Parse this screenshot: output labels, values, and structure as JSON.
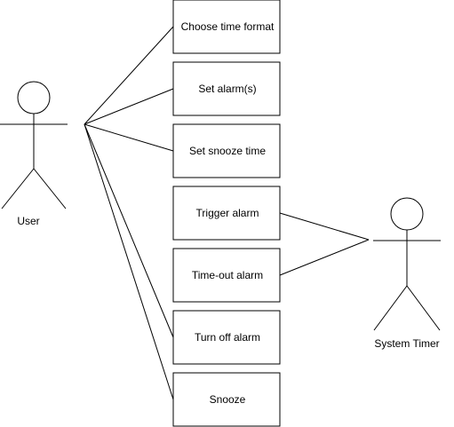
{
  "actors": [
    {
      "id": "user",
      "label": "User"
    },
    {
      "id": "system-timer",
      "label": "System Timer"
    }
  ],
  "use_cases": [
    {
      "id": "choose-time-format",
      "label": "Choose time format",
      "actor": "user"
    },
    {
      "id": "set-alarms",
      "label": "Set alarm(s)",
      "actor": "user"
    },
    {
      "id": "set-snooze-time",
      "label": "Set snooze time",
      "actor": "user"
    },
    {
      "id": "trigger-alarm",
      "label": "Trigger alarm",
      "actor": "system-timer"
    },
    {
      "id": "time-out-alarm",
      "label": "Time-out alarm",
      "actor": "system-timer"
    },
    {
      "id": "turn-off-alarm",
      "label": "Turn off alarm",
      "actor": "user"
    },
    {
      "id": "snooze",
      "label": "Snooze",
      "actor": "user"
    }
  ]
}
